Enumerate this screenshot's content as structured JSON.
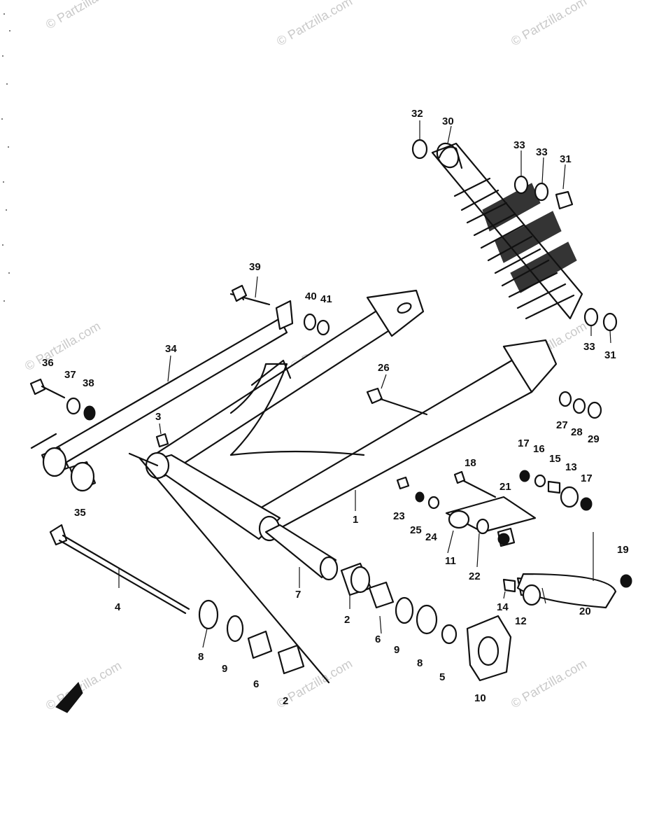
{
  "watermarks": [
    "© Partzilla.com",
    "© Partzilla.com",
    "© Partzilla.com",
    "© Partzilla.com",
    "© Partzilla.com",
    "© Partzilla.com",
    "© Partzilla.com",
    "© Partzilla.com",
    "© Partzilla.com"
  ],
  "callouts": [
    "32",
    "30",
    "33",
    "33",
    "31",
    "39",
    "40",
    "41",
    "34",
    "36",
    "37",
    "38",
    "26",
    "33",
    "31",
    "27",
    "28",
    "29",
    "3",
    "17",
    "16",
    "15",
    "13",
    "17",
    "18",
    "21",
    "35",
    "1",
    "23",
    "25",
    "24",
    "11",
    "22",
    "19",
    "4",
    "7",
    "14",
    "2",
    "12",
    "20",
    "6",
    "8",
    "9",
    "8",
    "5",
    "9",
    "6",
    "2",
    "10"
  ],
  "colors": {
    "ink": "#111111",
    "paper": "#ffffff",
    "watermark": "#c9c9c9"
  }
}
